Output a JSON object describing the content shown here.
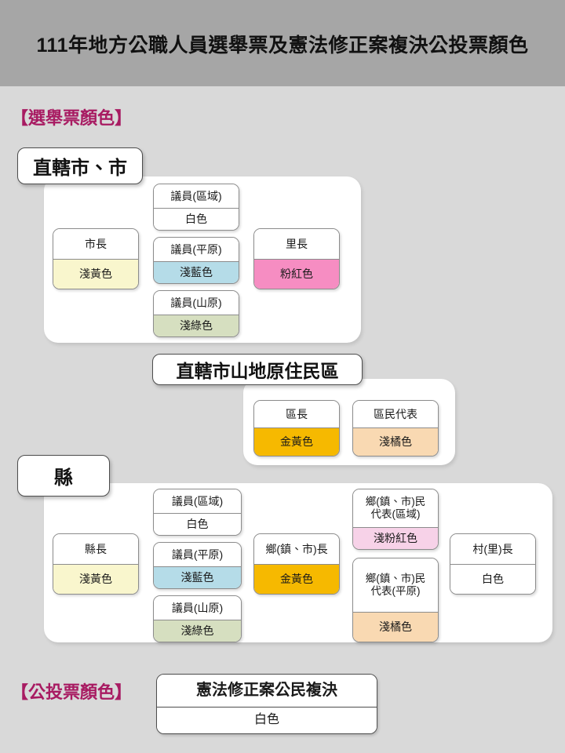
{
  "header": {
    "title": "111年地方公職人員選舉票及憲法修正案複決公投票顏色"
  },
  "sections": {
    "ballot_label": "【選舉票顏色】",
    "referendum_label": "【公投票顏色】"
  },
  "colors": {
    "header_band": "#A6A6A6",
    "page_background": "#D9D9D9",
    "heading_magenta": "#A81B62",
    "white": "#FFFFFF",
    "light_yellow": "#F9F6CD",
    "light_blue": "#B5DCE8",
    "light_green": "#D6DFC0",
    "pink": "#F68DC2",
    "gold": "#F6B900",
    "light_orange": "#F9D9B2",
    "light_pink": "#F7D2E8"
  },
  "groups": [
    {
      "tag": "直轄市、市",
      "cards": [
        {
          "title": "市長",
          "color_name": "淺黃色",
          "color": "#F9F6CD"
        },
        {
          "title": "議員(區域)",
          "color_name": "白色",
          "color": "#FFFFFF"
        },
        {
          "title": "議員(平原)",
          "color_name": "淺藍色",
          "color": "#B5DCE8"
        },
        {
          "title": "議員(山原)",
          "color_name": "淺綠色",
          "color": "#D6DFC0"
        },
        {
          "title": "里長",
          "color_name": "粉紅色",
          "color": "#F68DC2"
        }
      ]
    },
    {
      "tag": "直轄市山地原住民區",
      "cards": [
        {
          "title": "區長",
          "color_name": "金黃色",
          "color": "#F6B900"
        },
        {
          "title": "區民代表",
          "color_name": "淺橘色",
          "color": "#F9D9B2"
        }
      ]
    },
    {
      "tag": "縣",
      "cards": [
        {
          "title": "縣長",
          "color_name": "淺黃色",
          "color": "#F9F6CD"
        },
        {
          "title": "議員(區域)",
          "color_name": "白色",
          "color": "#FFFFFF"
        },
        {
          "title": "議員(平原)",
          "color_name": "淺藍色",
          "color": "#B5DCE8"
        },
        {
          "title": "議員(山原)",
          "color_name": "淺綠色",
          "color": "#D6DFC0"
        },
        {
          "title": "鄉(鎮、市)長",
          "color_name": "金黃色",
          "color": "#F6B900"
        },
        {
          "title": "鄉(鎮、市)民\n代表(區域)",
          "color_name": "淺粉紅色",
          "color": "#F7D2E8"
        },
        {
          "title": "鄉(鎮、市)民\n代表(平原)",
          "color_name": "淺橘色",
          "color": "#F9D9B2"
        },
        {
          "title": "村(里)長",
          "color_name": "白色",
          "color": "#FFFFFF"
        }
      ]
    }
  ],
  "referendum": {
    "title": "憲法修正案公民複決",
    "color_name": "白色",
    "color": "#FFFFFF"
  }
}
